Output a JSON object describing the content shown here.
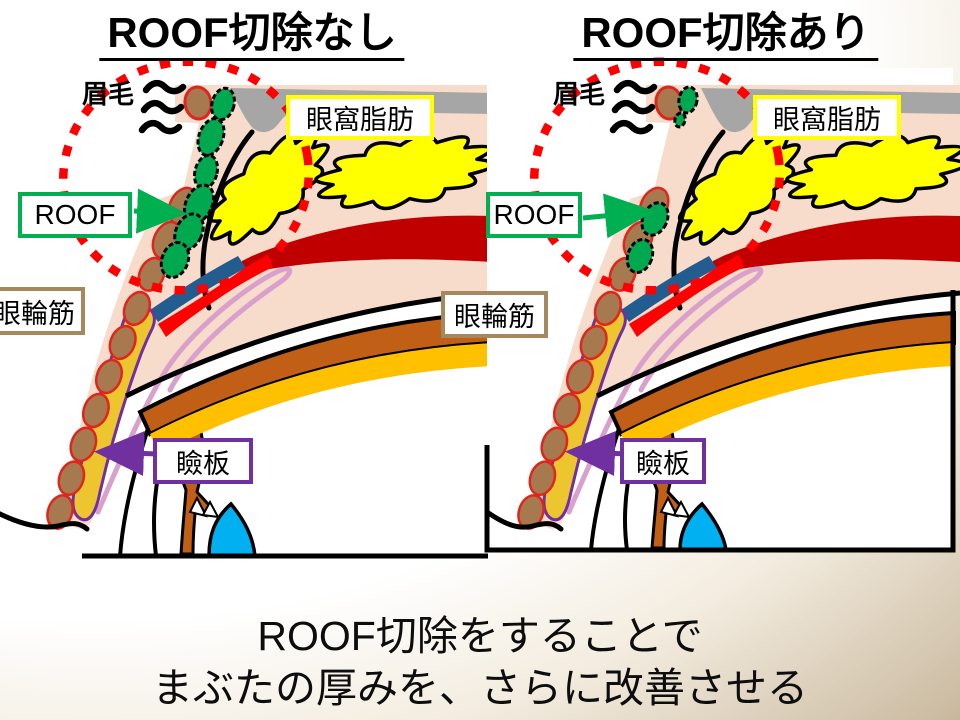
{
  "titles": {
    "left": "ROOF切除なし",
    "right": "ROOF切除あり"
  },
  "labels": {
    "brow": "眉毛",
    "orbital_fat": "眼窩脂肪",
    "roof": "ROOF",
    "orbicularis": "眼輪筋",
    "tarsus": "瞼板"
  },
  "caption": {
    "line1": "ROOF切除をすることで",
    "line2": "まぶたの厚みを、さらに改善させる"
  },
  "diagrams": [
    {
      "id": "no-removal",
      "roof_removed": false
    },
    {
      "id": "with-removal",
      "roof_removed": true
    }
  ],
  "colors": {
    "flesh": "#f8dccb",
    "skin_gray": "#a6a6a6",
    "roof_green": "#00a94f",
    "follicle_brown": "#a6794f",
    "follicle_outline_red": "#e0261c",
    "fat_yellow": "#ffff00",
    "muscle_dark_red": "#c00000",
    "aponeurosis_blue": "#235d8f",
    "aponeurosis_red": "#ff0000",
    "ligament_pink": "#d9a0cc",
    "tarsus_yellow": "#edc62f",
    "sclera_brown": "#c05f15",
    "gold": "#ffc000",
    "tear_blue": "#00b0f0",
    "highlight_red": "#ff0000",
    "accent_green": "#00b050",
    "accent_yellow": "#ffff00",
    "accent_tan": "#a5885e",
    "accent_purple": "#7030a0"
  }
}
